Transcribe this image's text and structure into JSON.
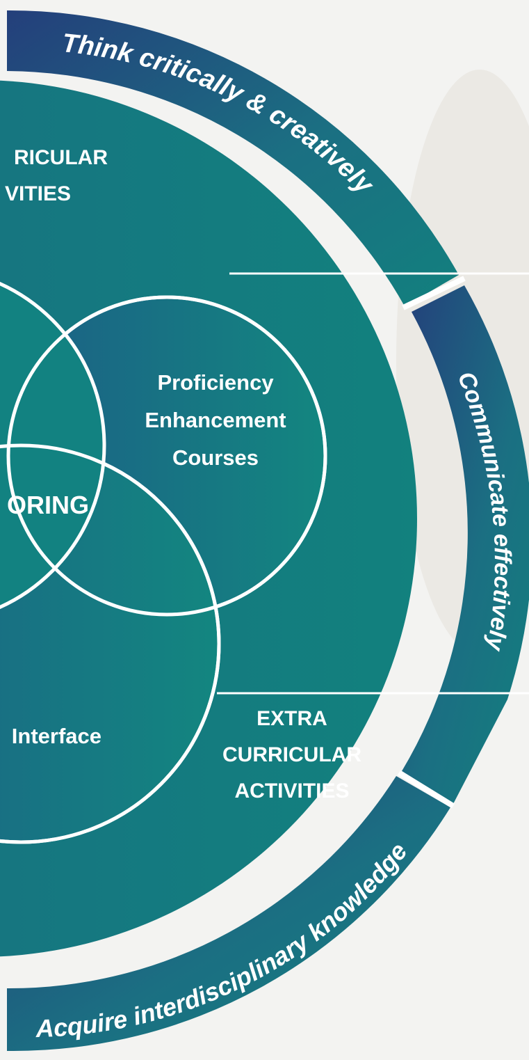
{
  "outer_ring": {
    "top_label": "Think critically & creatively",
    "right_label": "Communicate effectively",
    "bottom_label": "Acquire interdisciplinary knowledge"
  },
  "main_circle": {
    "top_left_label_line1": "RICULAR",
    "top_left_label_line2": "VITIES",
    "bottom_right_label_line1": "EXTRA",
    "bottom_right_label_line2": "CURRICULAR",
    "bottom_right_label_line3": "ACTIVITIES"
  },
  "inner_circles": {
    "upper_right_line1": "Proficiency",
    "upper_right_line2": "Enhancement",
    "upper_right_line3": "Courses",
    "left_center_label": "ORING",
    "lower_label": "Interface"
  },
  "colors": {
    "navy": "#243f7b",
    "teal": "#12807e",
    "mid_teal": "#1b6f82",
    "line": "#ffffff",
    "background": "#f3f3f1"
  }
}
